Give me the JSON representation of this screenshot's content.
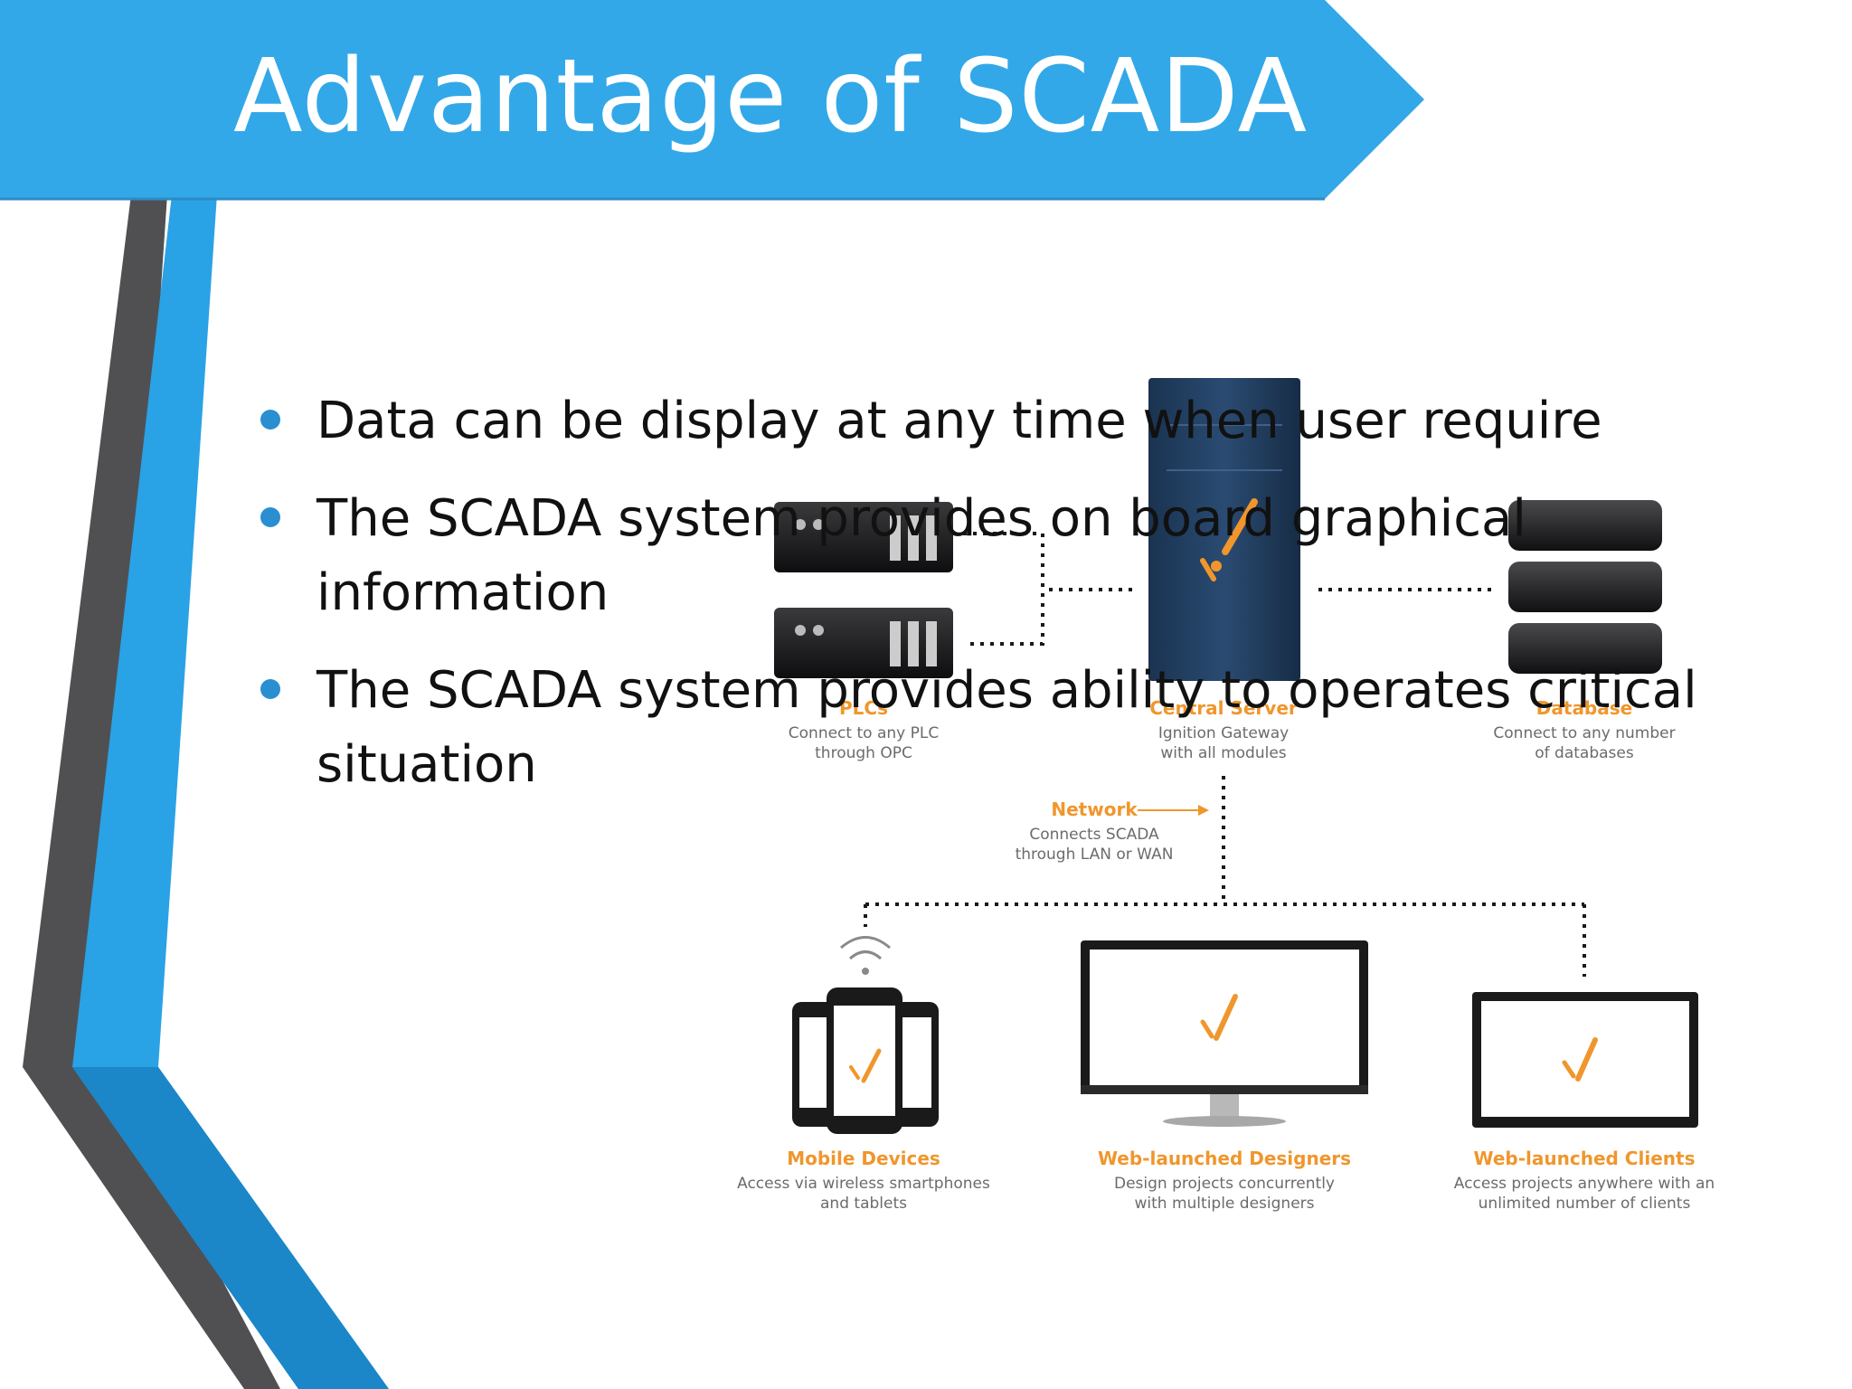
{
  "slide": {
    "title": "Advantage of SCADA",
    "bullets": [
      "Data can be display at any time when user require",
      "The SCADA system provides on board graphical information",
      "The SCADA system provides ability to operates critical situation"
    ]
  },
  "diagram": {
    "plcs": {
      "title": "PLCs",
      "line1": "Connect to any PLC",
      "line2": "through OPC"
    },
    "central_server": {
      "title": "Central Server",
      "line1": "Ignition Gateway",
      "line2": "with all modules"
    },
    "database": {
      "title": "Database",
      "line1": "Connect to any number",
      "line2": "of databases"
    },
    "network": {
      "title": "Network",
      "line1": "Connects SCADA",
      "line2": "through LAN or WAN"
    },
    "mobile": {
      "title": "Mobile Devices",
      "line1": "Access via wireless smartphones",
      "line2": "and tablets"
    },
    "designers": {
      "title": "Web-launched Designers",
      "line1": "Design projects concurrently",
      "line2": "with multiple designers"
    },
    "clients": {
      "title": "Web-launched Clients",
      "line1": "Access projects anywhere with an",
      "line2": "unlimited number of clients"
    }
  },
  "colors": {
    "title_band": "#32a8e8",
    "accent_blue": "#2aa2e6",
    "stripe_dark": "#505052",
    "label_orange": "#f0962c",
    "server_navy": "#1e3a5c"
  },
  "icons": [
    "plc-server-icon",
    "central-server-icon",
    "database-icon",
    "wifi-icon",
    "mobile-devices-icon",
    "desktop-monitor-icon",
    "laptop-monitor-icon",
    "ignition-logo-icon"
  ]
}
